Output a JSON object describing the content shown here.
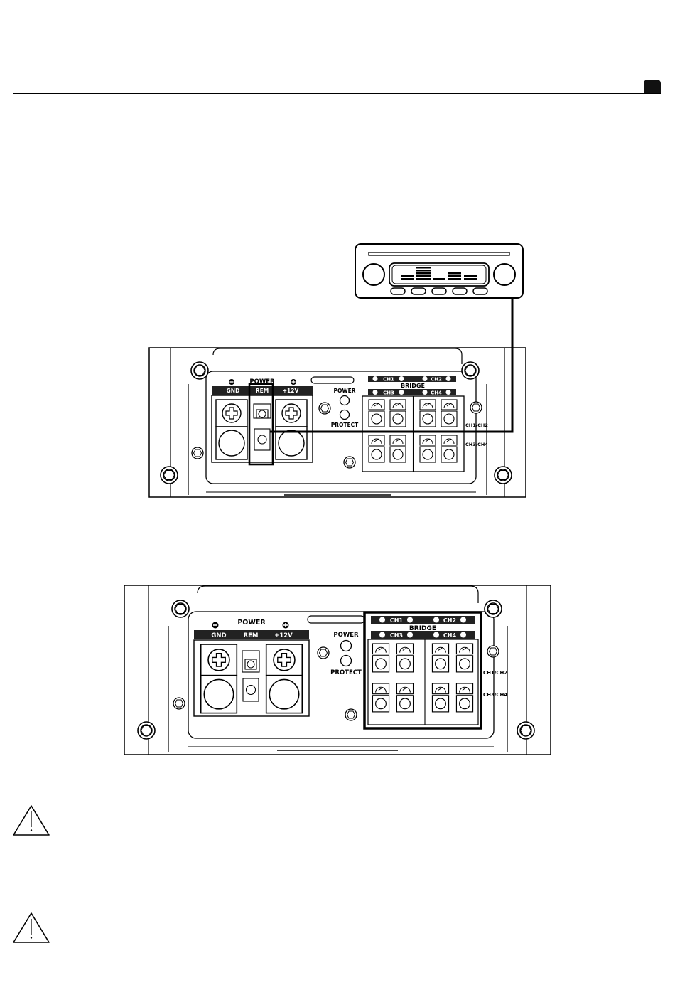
{
  "amp1": {
    "power_heading": "POWER",
    "gnd": "GND",
    "rem": "REM",
    "v12": "+12V",
    "led_power": "POWER",
    "led_protect": "PROTECT",
    "ch1": "CH1",
    "ch2": "CH2",
    "ch3": "CH3",
    "ch4": "CH4",
    "bridge": "BRIDGE",
    "side_ch12": "CH1/CH2",
    "side_ch34": "CH3/CH4"
  },
  "amp2": {
    "power_heading": "POWER",
    "gnd": "GND",
    "rem": "REM",
    "v12": "+12V",
    "led_power": "POWER",
    "led_protect": "PROTECT",
    "ch1": "CH1",
    "ch2": "CH2",
    "ch3": "CH3",
    "ch4": "CH4",
    "bridge": "BRIDGE",
    "side_ch12": "CH1/CH2",
    "side_ch34": "CH3/CH4"
  },
  "icons": [
    "head-unit-icon",
    "warning-icon"
  ]
}
